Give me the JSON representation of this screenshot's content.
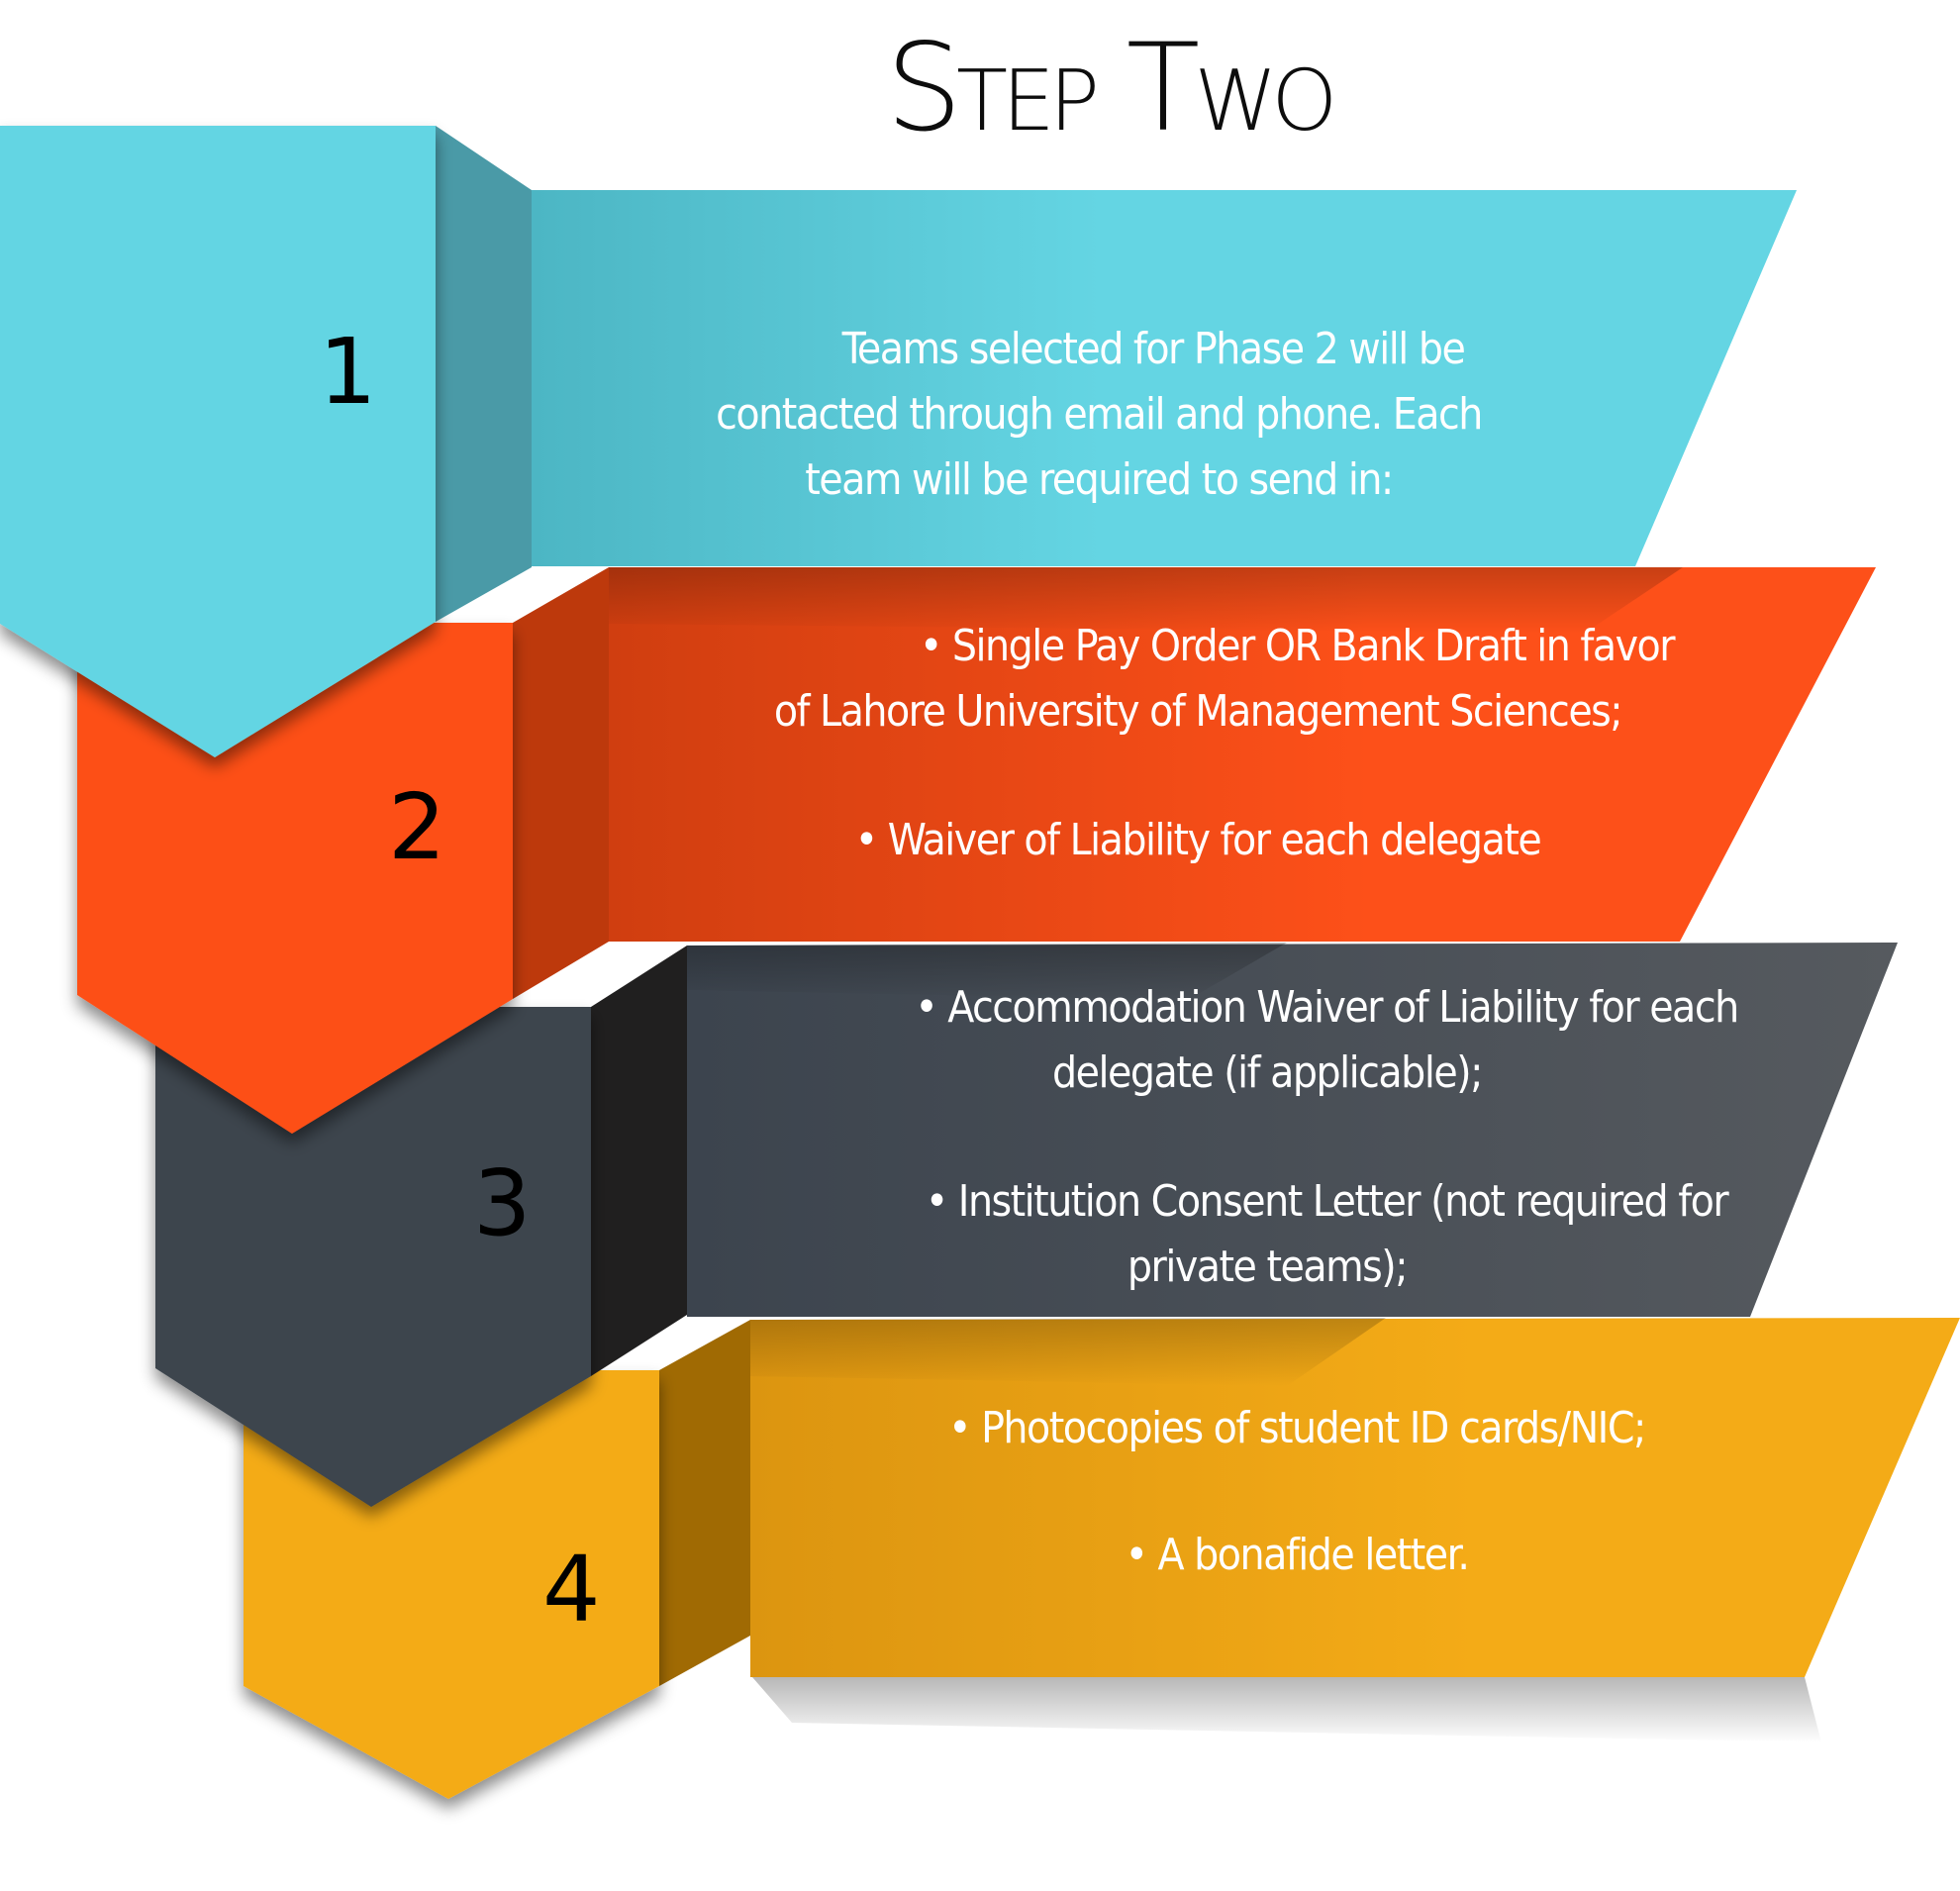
{
  "title": "Step Two",
  "colors": {
    "cyan": "#64d5e3",
    "orange": "#fd5019",
    "slate": "#3c444e",
    "amber": "#f4ab17"
  },
  "steps": [
    {
      "number": "1",
      "lines": [
        "Teams selected for Phase 2 will be",
        "contacted through email and phone. Each",
        "team will be required to send in:"
      ]
    },
    {
      "number": "2",
      "items": [
        {
          "lines": [
            "• Single Pay Order OR Bank Draft in favor",
            "of Lahore University of Management Sciences;"
          ]
        },
        {
          "lines": [
            "• Waiver of Liability for each delegate"
          ]
        }
      ]
    },
    {
      "number": "3",
      "items": [
        {
          "lines": [
            "• Accommodation Waiver of Liability for each",
            "delegate (if applicable);"
          ]
        },
        {
          "lines": [
            "• Institution Consent Letter (not required for",
            "private teams);"
          ]
        }
      ]
    },
    {
      "number": "4",
      "items": [
        {
          "lines": [
            "• Photocopies of student ID cards/NIC;"
          ]
        },
        {
          "lines": [
            "• A bonafide letter."
          ]
        }
      ]
    }
  ]
}
